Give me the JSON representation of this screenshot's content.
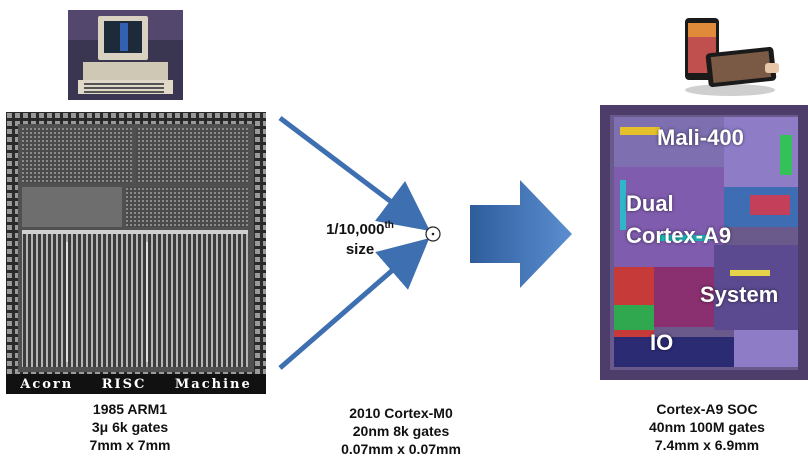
{
  "left": {
    "banner_words": [
      "Acorn",
      "RISC",
      "Machine"
    ],
    "caption": [
      "1985 ARM1",
      "3μ 6k gates",
      "7mm x 7mm"
    ]
  },
  "middle": {
    "size_label_main": "1/10,000",
    "size_label_sup": "th",
    "size_label_line2": "size",
    "caption": [
      "2010 Cortex-M0",
      "20nm 8k gates",
      "0.07mm x 0.07mm"
    ]
  },
  "right": {
    "die_labels": {
      "gpu": "Mali-400",
      "cpu_line1": "Dual",
      "cpu_line2": "Cortex-A9",
      "system": "System",
      "io": "IO"
    },
    "caption": [
      "Cortex-A9 SOC",
      "40nm 100M gates",
      "7.4mm x 6.9mm"
    ]
  },
  "colors": {
    "arrow": "#3e6fb0",
    "big_arrow_start": "#2f5d9c",
    "big_arrow_end": "#5b8ed0"
  },
  "icons": [
    "vintage-computer-photo",
    "smartphone-photo",
    "arm1-die-image",
    "soc-die-image",
    "tiny-chip-circle"
  ]
}
